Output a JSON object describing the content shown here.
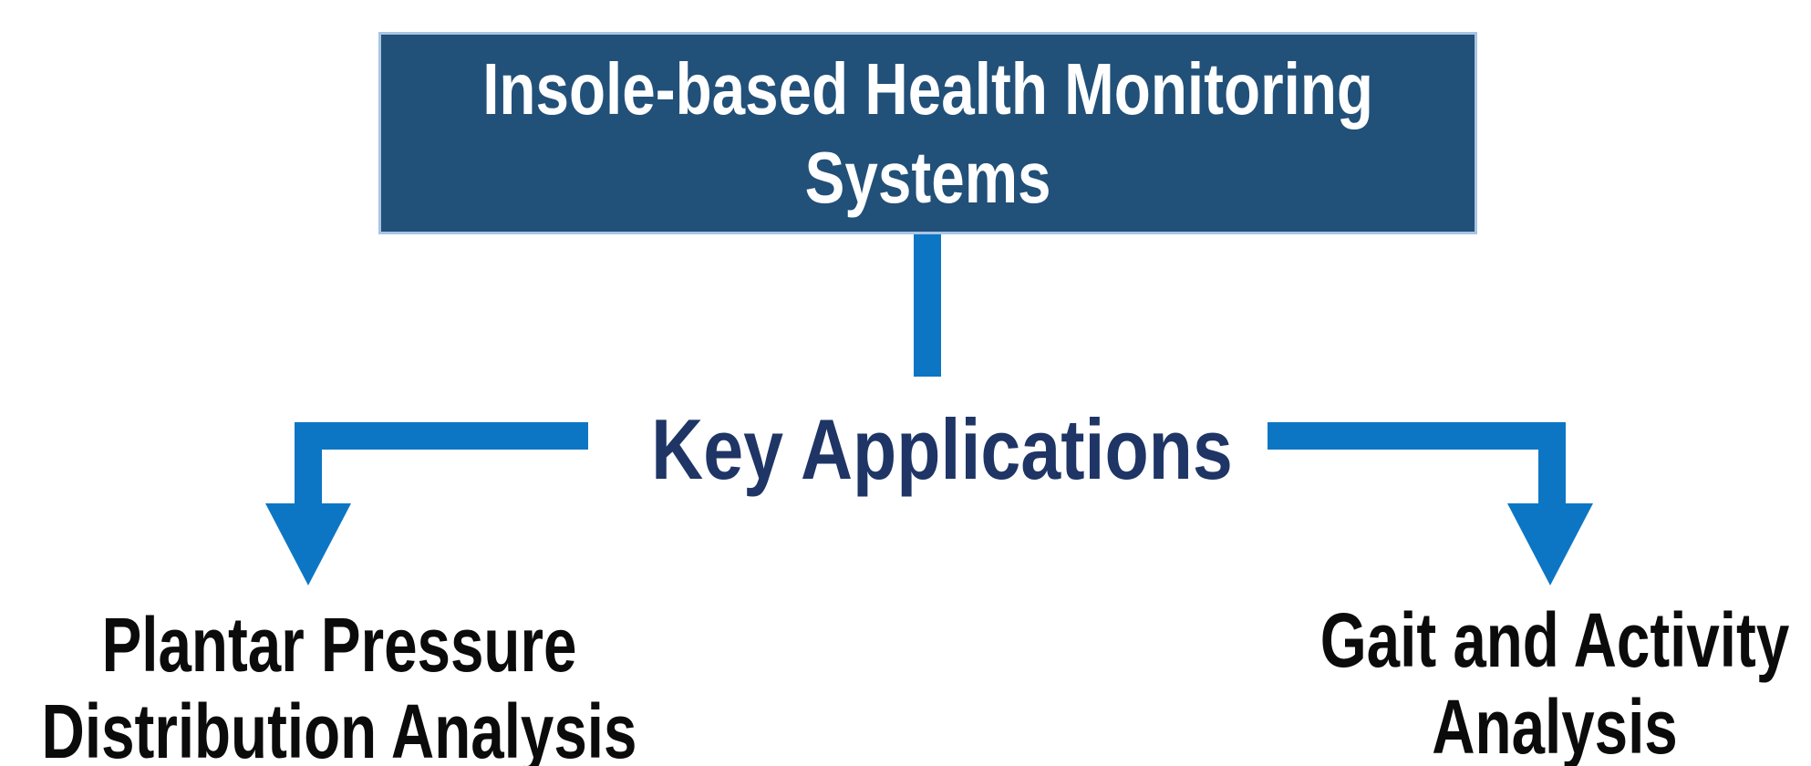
{
  "diagram": {
    "title_box": {
      "label": "Insole-based Health Monitoring Systems",
      "lines": [
        "Insole-based Health Monitoring",
        "Systems"
      ]
    },
    "hub": {
      "label": "Key Applications"
    },
    "branches": [
      {
        "label": "Plantar Pressure Distribution Analysis",
        "lines": [
          "Plantar Pressure",
          "Distribution Analysis"
        ]
      },
      {
        "label": "Gait and Activity Analysis",
        "lines": [
          "Gait and Activity",
          "Analysis"
        ]
      }
    ],
    "colors": {
      "title_box_fill": "#215079",
      "title_box_border": "#A9C4E4",
      "title_text": "#FFFFFF",
      "connector_blue": "#0D76C4",
      "hub_text": "#1E3566",
      "branch_text": "#0B0B0B",
      "background": "#FFFFFF"
    }
  }
}
